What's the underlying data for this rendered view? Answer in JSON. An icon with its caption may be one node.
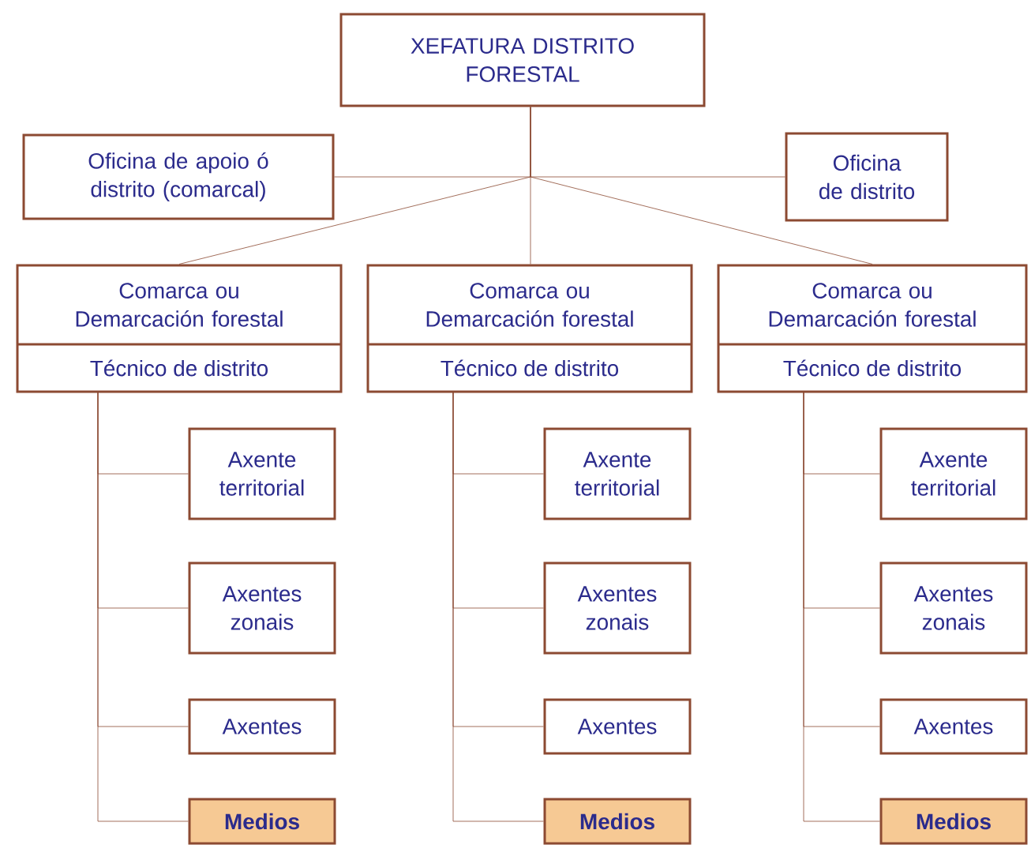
{
  "diagram": {
    "nodes": [
      {
        "text": [
          "XEFATURA DISTRITO FORESTAL"
        ]
      },
      {
        "text": [
          "Oficina de apoio ó distrito (comarcal)"
        ]
      },
      {
        "text": [
          "Oficina de distrito"
        ]
      },
      {
        "text": [
          "Comarca ou Demarcación forestal",
          "Técnico de distrito"
        ]
      },
      {
        "text": [
          "Axente territorial"
        ]
      },
      {
        "text": [
          "Axentes zonais"
        ]
      },
      {
        "text": [
          "Axentes"
        ]
      },
      {
        "text": [
          "Medios"
        ]
      },
      {
        "text": [
          "Comarca ou Demarcación forestal",
          "Técnico de distrito"
        ]
      },
      {
        "text": [
          "Axente territorial"
        ]
      },
      {
        "text": [
          "Axentes zonais"
        ]
      },
      {
        "text": [
          "Axentes"
        ]
      },
      {
        "text": [
          "Medios"
        ]
      },
      {
        "text": [
          "Comarca ou Demarcación forestal",
          "Técnico de distrito"
        ]
      },
      {
        "text": [
          "Axente territorial"
        ]
      },
      {
        "text": [
          "Axentes zonais"
        ]
      },
      {
        "text": [
          "Axentes"
        ]
      },
      {
        "text": [
          "Medios"
        ]
      }
    ],
    "edges": [
      {
        "from": 0,
        "to": 1,
        "arrow": "none"
      },
      {
        "from": 0,
        "to": 2,
        "arrow": "none"
      },
      {
        "from": 0,
        "to": 3,
        "arrow": "none"
      },
      {
        "from": 0,
        "to": 8,
        "arrow": "none"
      },
      {
        "from": 0,
        "to": 13,
        "arrow": "none"
      },
      {
        "from": 3,
        "to": 4,
        "arrow": "none"
      },
      {
        "from": 3,
        "to": 5,
        "arrow": "none"
      },
      {
        "from": 3,
        "to": 6,
        "arrow": "none"
      },
      {
        "from": 3,
        "to": 7,
        "arrow": "none"
      },
      {
        "from": 8,
        "to": 9,
        "arrow": "none"
      },
      {
        "from": 8,
        "to": 10,
        "arrow": "none"
      },
      {
        "from": 8,
        "to": 11,
        "arrow": "none"
      },
      {
        "from": 8,
        "to": 12,
        "arrow": "none"
      },
      {
        "from": 13,
        "to": 14,
        "arrow": "none"
      },
      {
        "from": 13,
        "to": 15,
        "arrow": "none"
      },
      {
        "from": 13,
        "to": 16,
        "arrow": "none"
      },
      {
        "from": 13,
        "to": 17,
        "arrow": "none"
      }
    ]
  }
}
